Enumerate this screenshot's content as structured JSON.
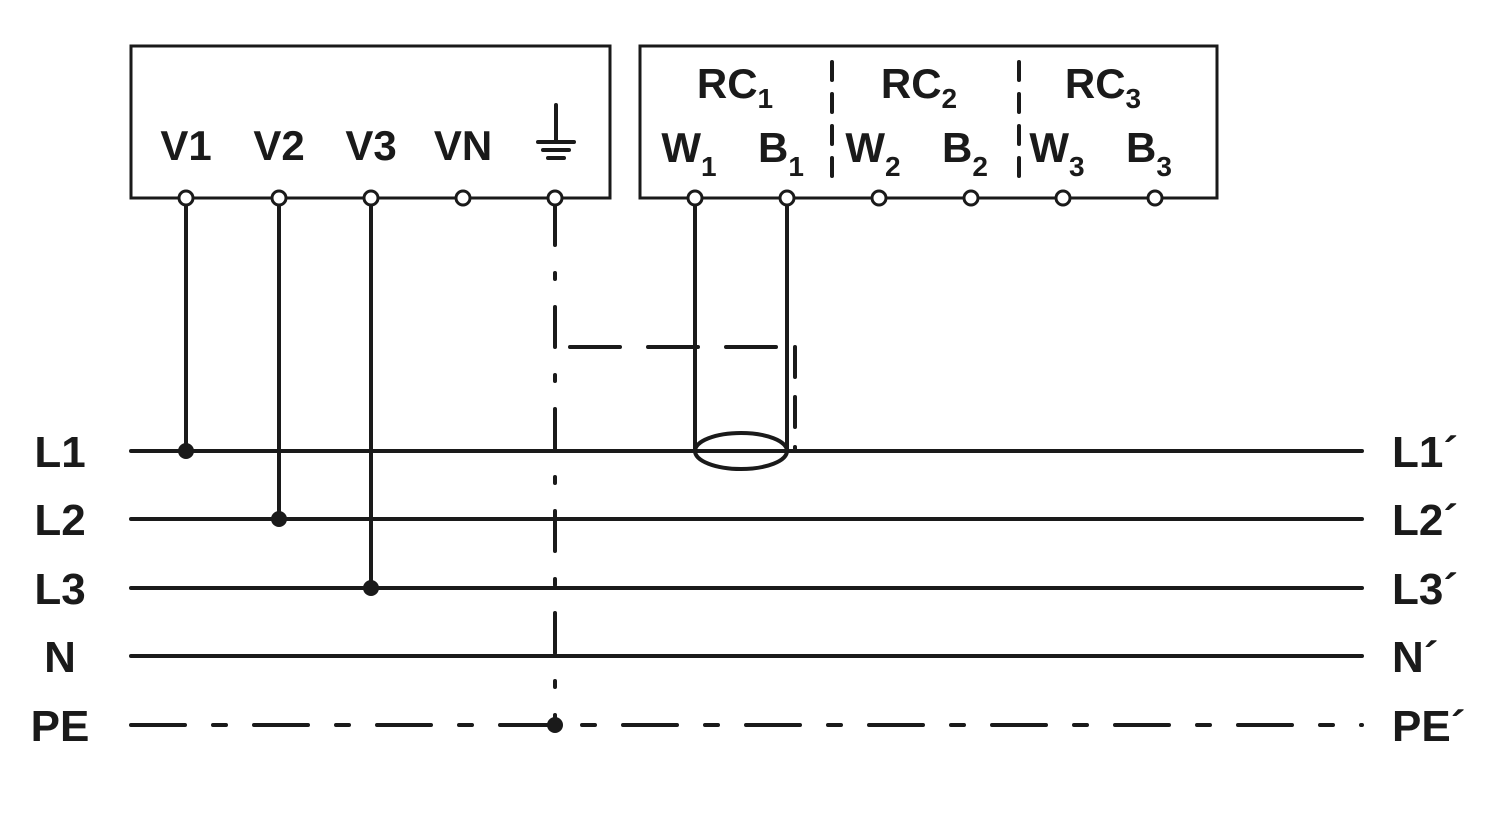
{
  "meter": {
    "voltage_terminals": [
      "V1",
      "V2",
      "V3",
      "VN"
    ],
    "ground_symbol": "ground-icon"
  },
  "current_module": {
    "channels": [
      {
        "label": "RC",
        "sub": "1",
        "w": "W",
        "w_sub": "1",
        "b": "B",
        "b_sub": "1"
      },
      {
        "label": "RC",
        "sub": "2",
        "w": "W",
        "w_sub": "2",
        "b": "B",
        "b_sub": "2"
      },
      {
        "label": "RC",
        "sub": "3",
        "w": "W",
        "w_sub": "3",
        "b": "B",
        "b_sub": "3"
      }
    ]
  },
  "lines": {
    "left": [
      "L1",
      "L2",
      "L3",
      "N",
      "PE"
    ],
    "right": [
      "L1´",
      "L2´",
      "L3´",
      "N´",
      "PE´"
    ]
  }
}
